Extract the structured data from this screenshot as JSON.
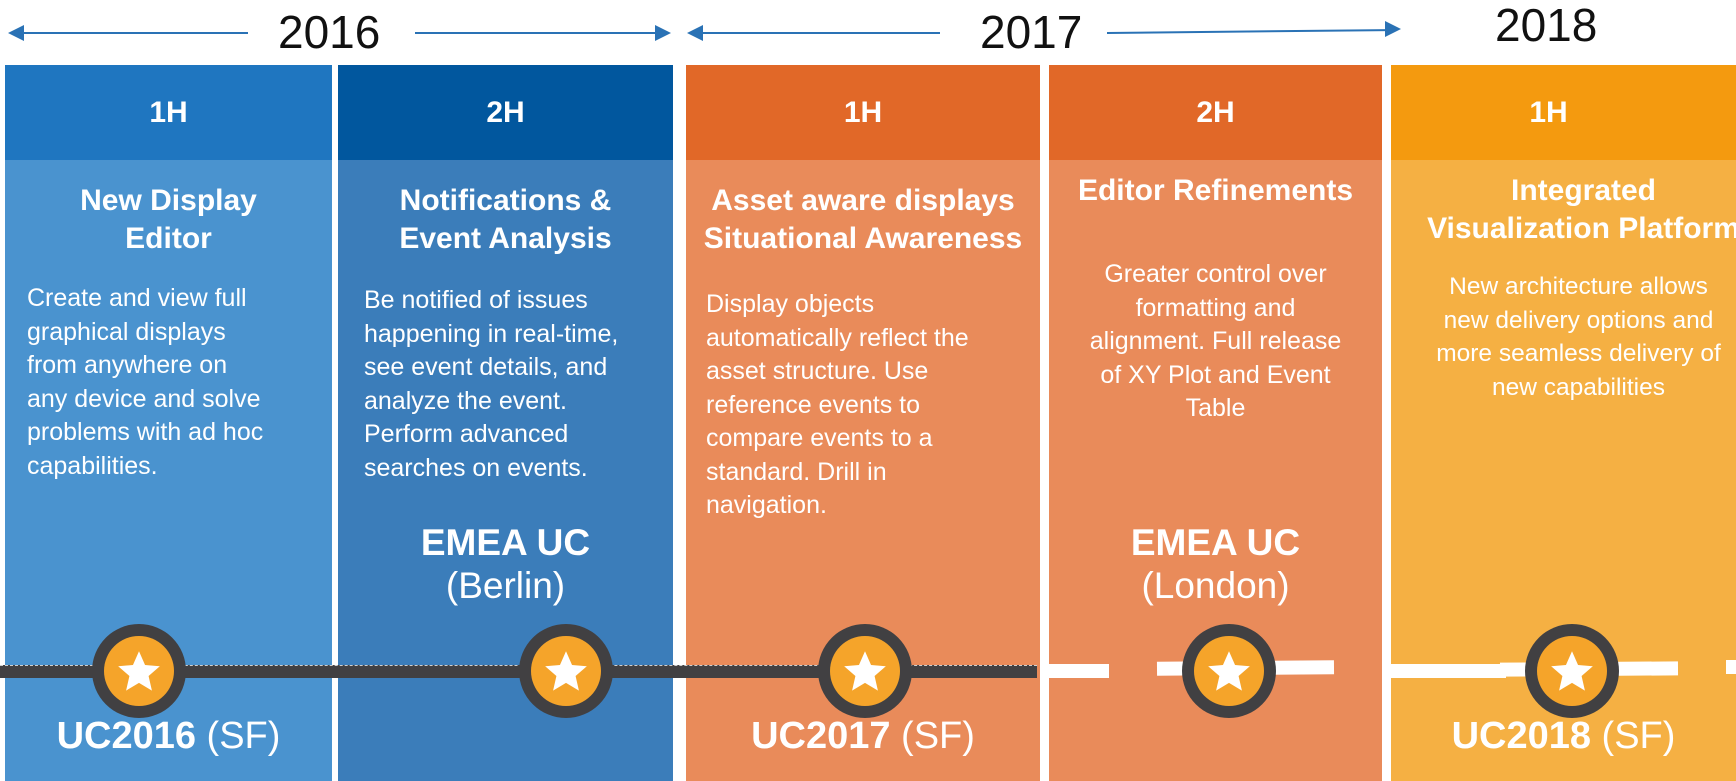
{
  "years": [
    "2016",
    "2017",
    "2018"
  ],
  "columns": [
    {
      "half": "1H",
      "title": "New Display\nEditor",
      "desc": "Create and view full\ngraphical displays\nfrom anywhere on\nany device and solve\nproblems with ad hoc\ncapabilities.",
      "color_head": "#1f76c0",
      "color_body": "#4a93cf"
    },
    {
      "half": "2H",
      "title": "Notifications &\nEvent Analysis",
      "desc": "Be notified of issues\nhappening in real-time,\nsee event details, and\nanalyze the event.\nPerform advanced\nsearches on events.",
      "color_head": "#01579e",
      "color_body": "#3b7dba"
    },
    {
      "half": "1H",
      "title": "Asset aware displays\nSituational Awareness",
      "desc": "Display objects\nautomatically reflect the\nasset structure.  Use\nreference events to\ncompare events to a\nstandard.  Drill in\nnavigation.",
      "color_head": "#e16828",
      "color_body": "#e98b5a"
    },
    {
      "half": "2H",
      "title": "Editor Refinements",
      "desc": "Greater control over\nformatting and\nalignment.  Full release\nof XY Plot and Event\nTable",
      "color_head": "#e16828",
      "color_body": "#e98b5a"
    },
    {
      "half": "1H",
      "title": "Integrated\nVisualization Platform",
      "desc": "New architecture allows\nnew delivery options and\nmore seamless delivery of\nnew capabilities",
      "color_head": "#f49a0f",
      "color_body": "#f5b043"
    }
  ],
  "events": {
    "emea_berlin": {
      "name": "EMEA UC",
      "location": "(Berlin)"
    },
    "emea_london": {
      "name": "EMEA UC",
      "location": "(London)"
    }
  },
  "bottom_labels": [
    {
      "strong": "UC2016",
      "rest": " (SF)"
    },
    {
      "strong": "UC2017",
      "rest": " (SF)"
    },
    {
      "strong": "UC2018",
      "rest": " (SF)"
    }
  ],
  "icons": {
    "marker": "star-icon",
    "arrows": "arrow-left-icon / arrow-right-icon"
  },
  "colors": {
    "timeline": "#414042",
    "star": "#f5a42a",
    "arrow": "#2a72b5"
  }
}
